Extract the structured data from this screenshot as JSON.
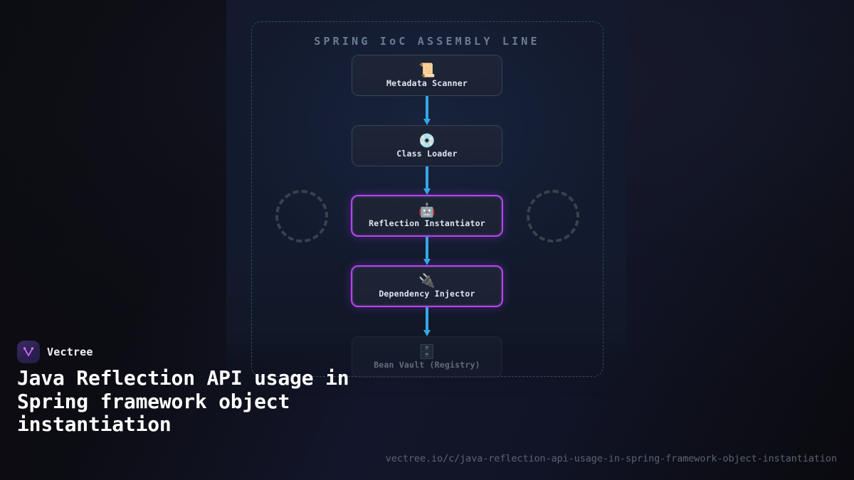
{
  "brand": {
    "name": "Vectree",
    "logo_icon": "vectree-v-logo-icon",
    "accent": "#b843f0"
  },
  "headline": "Java Reflection API usage in Spring framework object instantiation",
  "url": "vectree.io/c/java-reflection-api-usage-in-spring-framework-object-instantiation",
  "diagram": {
    "title": "SPRING IoC ASSEMBLY LINE",
    "flow_color": "#33a9e8",
    "highlight_color": "#b843f0",
    "nodes": [
      {
        "label": "Metadata Scanner",
        "icon": "📜",
        "icon_name": "scroll-icon",
        "highlighted": false,
        "faded": false
      },
      {
        "label": "Class Loader",
        "icon": "💿",
        "icon_name": "optical-disk-icon",
        "highlighted": false,
        "faded": false
      },
      {
        "label": "Reflection Instantiator",
        "icon": "🤖",
        "icon_name": "robot-icon",
        "highlighted": true,
        "faded": false
      },
      {
        "label": "Dependency Injector",
        "icon": "🔌",
        "icon_name": "electric-plug-icon",
        "highlighted": true,
        "faded": false
      },
      {
        "label": "Bean Vault (Registry)",
        "icon": "🗄️",
        "icon_name": "file-cabinet-icon",
        "highlighted": false,
        "faded": true
      }
    ],
    "connectors": [
      {
        "from": "Metadata Scanner",
        "to": "Class Loader"
      },
      {
        "from": "Class Loader",
        "to": "Reflection Instantiator"
      },
      {
        "from": "Reflection Instantiator",
        "to": "Dependency Injector"
      },
      {
        "from": "Dependency Injector",
        "to": "Bean Vault (Registry)"
      }
    ],
    "decorations": [
      "dashed-circle-left",
      "dashed-circle-right"
    ]
  }
}
